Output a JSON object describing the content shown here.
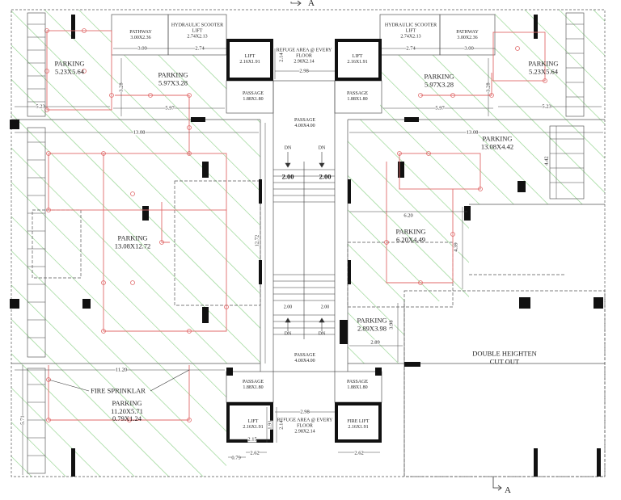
{
  "colors": {
    "hatch": "#8fd18a",
    "wall": "#111111",
    "sprinkler": "#e06a6a",
    "line": "#555555"
  },
  "section_mark": {
    "top": "A",
    "bottom": "A"
  },
  "rooms": {
    "parking_nw": {
      "name": "PARKING",
      "size": "5.23X5.64"
    },
    "parking_nne": {
      "name": "PARKING",
      "size": "5.97X3.28"
    },
    "pathway_l": {
      "name": "PATHWAY",
      "size": "3.00X2.36"
    },
    "scooter_l": {
      "name": "HYDRAULIC SCOOTER LIFT",
      "size": "2.74X2.13"
    },
    "lift_tl": {
      "name": "LIFT",
      "size": "2.16X1.91"
    },
    "refuge_top": {
      "name": "REFUGE AREA @ EVERY FLOOR",
      "size": "2.98X2.14"
    },
    "lift_tr": {
      "name": "LIFT",
      "size": "2.16X1.91"
    },
    "scooter_r": {
      "name": "HYDRAULIC SCOOTER LIFT",
      "size": "2.74X2.13"
    },
    "pathway_r": {
      "name": "PATHWAY",
      "size": "3.00X2.36"
    },
    "parking_ne": {
      "name": "PARKING",
      "size": "5.23X5.64"
    },
    "parking_nre": {
      "name": "PARKING",
      "size": "5.97X3.28"
    },
    "passage_tl": {
      "name": "PASSAGE",
      "size": "1.88X1.80"
    },
    "passage_tr": {
      "name": "PASSAGE",
      "size": "1.88X1.80"
    },
    "passage_top_mid": {
      "name": "PASSAGE",
      "size": "4.00X4.00"
    },
    "parking_east": {
      "name": "PARKING",
      "size": "13.08X4.42"
    },
    "parking_center": {
      "name": "PARKING",
      "size": "13.08X12.72"
    },
    "parking_mid_r": {
      "name": "PARKING",
      "size": "6.20X4.49"
    },
    "parking_small": {
      "name": "PARKING",
      "size": "2.89X3.98"
    },
    "passage_bot_mid": {
      "name": "PASSAGE",
      "size": "4.00X4.00"
    },
    "double_height": {
      "name": "DOUBLE HEIGHTEN CUT OUT"
    },
    "fire_sprinkler": {
      "name": "FIRE SPRINKLAR"
    },
    "parking_sw": {
      "name": "PARKING",
      "size": "11.20X5.71",
      "extra": "0.79X1.24"
    },
    "passage_bl": {
      "name": "PASSAGE",
      "size": "1.88X1.80"
    },
    "passage_br": {
      "name": "PASSAGE",
      "size": "1.88X1.80"
    },
    "lift_bl": {
      "name": "LIFT",
      "size": "2.16X1.91"
    },
    "refuge_bot": {
      "name": "REFUGE AREA @ EVERY FLOOR",
      "size": "2.98X2.14"
    },
    "fire_lift": {
      "name": "FIRE LIFT",
      "size": "2.16X1.91"
    }
  },
  "stairs": {
    "dn": "DN",
    "w1": "2.00",
    "w2": "2.00",
    "w3": "2.00",
    "w4": "2.00"
  },
  "dims": {
    "d300l": "3.00",
    "d274l": "2.74",
    "d274r": "2.74",
    "d300r": "3.00",
    "d298t": "2.98",
    "d214t": "2.14",
    "d328l": "3.28",
    "d328r": "3.28",
    "d523l": "5.23",
    "d523r": "5.23",
    "d597l": "5.97",
    "d597r": "5.97",
    "d1308l": "13.08",
    "d1308r": "13.08",
    "d442": "4.42",
    "d1272": "12.72",
    "d620": "6.20",
    "d439": "4.39",
    "d398": "3.98",
    "d289": "2.89",
    "d1120": "11.20",
    "d571": "5.71",
    "d298b": "2.98",
    "d214b": "2.14",
    "d191": "1.91",
    "d215": "2.15",
    "d079": "0.79",
    "d262a": "2.62",
    "d262b": "2.62"
  }
}
